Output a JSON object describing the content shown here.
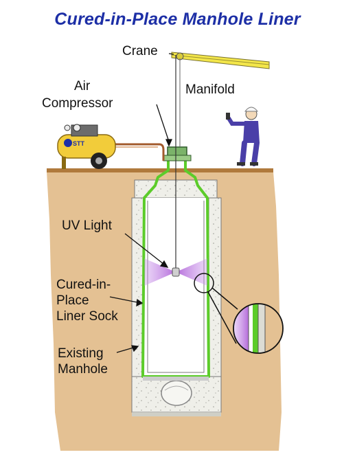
{
  "title": "Cured-in-Place Manhole Liner",
  "labels": {
    "crane": "Crane",
    "air_compressor_line1": "Air",
    "air_compressor_line2": "Compressor",
    "manifold": "Manifold",
    "uv_light": "UV Light",
    "liner_line1": "Cured-in-",
    "liner_line2": "Place",
    "liner_line3": "Liner Sock",
    "manhole_line1": "Existing",
    "manhole_line2": "Manhole"
  },
  "compressor_logo": "STT",
  "colors": {
    "title": "#1d2fa6",
    "soil": "#e4c193",
    "ground_line": "#b07a3c",
    "liner": "#5ccc2a",
    "uv_light": "#b064d8",
    "crane": "#f3e64a",
    "compressor": "#f2cc3a",
    "worker": "#4a3fa8"
  }
}
